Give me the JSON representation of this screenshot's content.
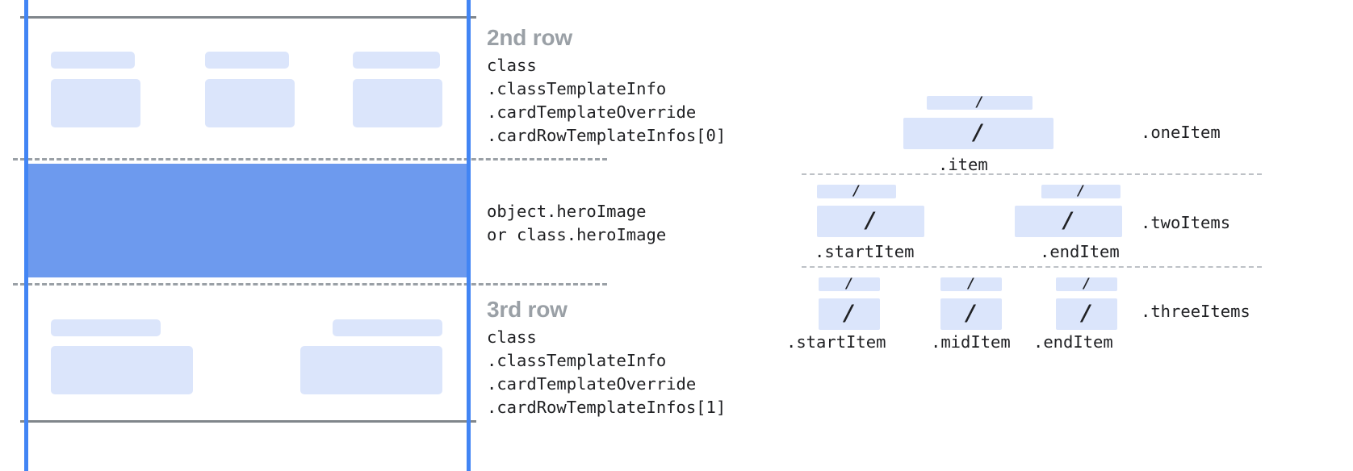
{
  "diagram": {
    "title": "Card template row and item layout diagram",
    "colors": {
      "hero_fill": "#6d9aee",
      "placeholder_fill": "#dbe5fb",
      "guide_line": "#4285f4",
      "rule": "#80868b",
      "dashed_rule": "#9aa0a6",
      "heading_text": "#9aa0a6",
      "mono_text": "#202124"
    }
  },
  "card": {
    "rows": [
      {
        "name": "second-row",
        "placeholders": [
          {
            "label_bar": "title-bar",
            "body_bar": "content-bar"
          },
          {
            "label_bar": "title-bar",
            "body_bar": "content-bar"
          },
          {
            "label_bar": "title-bar",
            "body_bar": "content-bar"
          }
        ]
      },
      {
        "name": "hero-image-row",
        "placeholders": []
      },
      {
        "name": "third-row",
        "placeholders": [
          {
            "label_bar": "title-bar",
            "body_bar": "content-bar"
          },
          {
            "label_bar": "title-bar",
            "body_bar": "content-bar"
          }
        ]
      }
    ]
  },
  "annotations": {
    "second_row": {
      "heading": "2nd row",
      "code": "class\n.classTemplateInfo\n.cardTemplateOverride\n.cardRowTemplateInfos[0]"
    },
    "hero": {
      "heading": "",
      "code": "object.heroImage\nor class.heroImage"
    },
    "third_row": {
      "heading": "3rd row",
      "code": "class\n.classTemplateInfo\n.cardTemplateOverride\n.cardRowTemplateInfos[1]"
    }
  },
  "item_layouts": [
    {
      "key": "oneItem",
      "row_label": ".oneItem",
      "items": [
        {
          "label": ".item",
          "glyph": "/"
        }
      ]
    },
    {
      "key": "twoItems",
      "row_label": ".twoItems",
      "items": [
        {
          "label": ".startItem",
          "glyph": "/"
        },
        {
          "label": ".endItem",
          "glyph": "/"
        }
      ]
    },
    {
      "key": "threeItems",
      "row_label": ".threeItems",
      "items": [
        {
          "label": ".startItem",
          "glyph": "/"
        },
        {
          "label": ".midItem",
          "glyph": "/"
        },
        {
          "label": ".endItem",
          "glyph": "/"
        }
      ]
    }
  ]
}
